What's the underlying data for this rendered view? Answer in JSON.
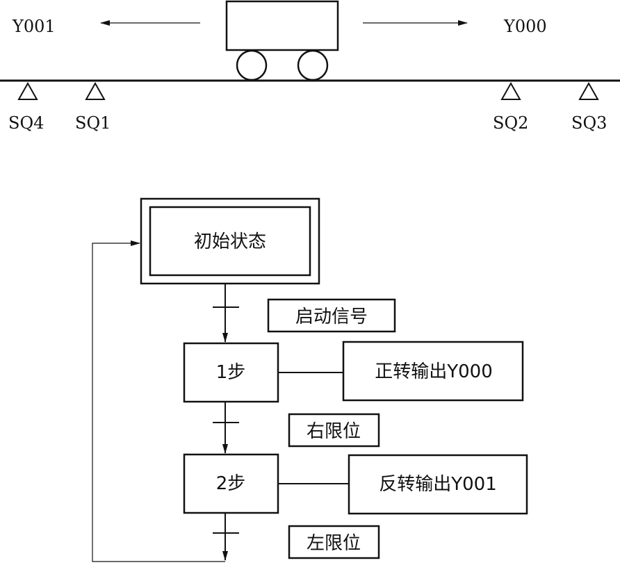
{
  "top": {
    "left_output": "Y001",
    "right_output": "Y000",
    "sensors": [
      "SQ4",
      "SQ1",
      "SQ2",
      "SQ3"
    ]
  },
  "flow": {
    "initial_state": "初始状态",
    "start_signal": "启动信号",
    "step1": "1步",
    "step1_action": "正转输出Y000",
    "right_limit": "右限位",
    "step2": "2步",
    "step2_action": "反转输出Y001",
    "left_limit": "左限位"
  }
}
